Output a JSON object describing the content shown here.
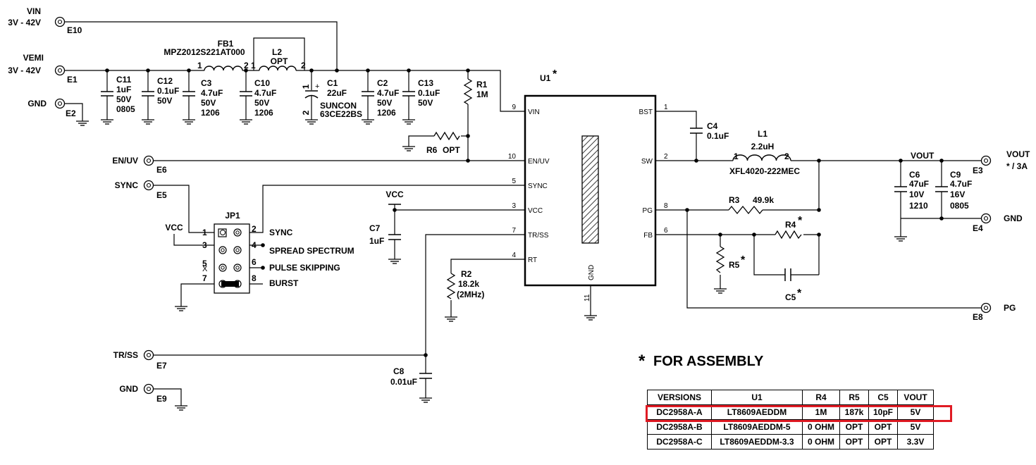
{
  "terminals": {
    "vin": {
      "name": "VIN",
      "range": "3V - 42V",
      "id": "E10"
    },
    "vemi": {
      "name": "VEMI",
      "range": "3V - 42V",
      "id": "E1"
    },
    "gnd_e2": {
      "name": "GND",
      "id": "E2"
    },
    "en_uv": {
      "name": "EN/UV",
      "id": "E6"
    },
    "sync": {
      "name": "SYNC",
      "id": "E5"
    },
    "tr_ss": {
      "name": "TR/SS",
      "id": "E7"
    },
    "gnd_e9": {
      "name": "GND",
      "id": "E9"
    },
    "vout": {
      "name": "VOUT",
      "rating": "* / 3A",
      "id": "E3"
    },
    "gnd_e4": {
      "name": "GND",
      "id": "E4"
    },
    "pg": {
      "name": "PG",
      "id": "E8"
    }
  },
  "components": {
    "fb1": {
      "ref": "FB1",
      "value": "MPZ2012S221AT000",
      "pin1": "1",
      "pin2": "2"
    },
    "l2": {
      "ref": "L2",
      "value": "OPT",
      "pin1": "1",
      "pin2": "2"
    },
    "c11": {
      "ref": "C11",
      "v1": "1uF",
      "v2": "50V",
      "v3": "0805"
    },
    "c12": {
      "ref": "C12",
      "v1": "0.1uF",
      "v2": "50V"
    },
    "c3": {
      "ref": "C3",
      "v1": "4.7uF",
      "v2": "50V",
      "v3": "1206"
    },
    "c10": {
      "ref": "C10",
      "v1": "4.7uF",
      "v2": "50V",
      "v3": "1206"
    },
    "c1": {
      "ref": "C1",
      "v1": "22uF",
      "v2": "SUNCON",
      "v3": "63CE22BS",
      "pin1": "1",
      "pin2": "2",
      "plus": "+"
    },
    "c2": {
      "ref": "C2",
      "v1": "4.7uF",
      "v2": "50V",
      "v3": "1206"
    },
    "c13": {
      "ref": "C13",
      "v1": "0.1uF",
      "v2": "50V"
    },
    "r1": {
      "ref": "R1",
      "value": "1M"
    },
    "r6": {
      "ref": "R6",
      "value": "OPT"
    },
    "c4": {
      "ref": "C4",
      "value": "0.1uF"
    },
    "l1": {
      "ref": "L1",
      "value": "2.2uH",
      "part": "XFL4020-222MEC",
      "pin1": "1",
      "pin2": "2"
    },
    "c6": {
      "ref": "C6",
      "v1": "47uF",
      "v2": "10V",
      "v3": "1210"
    },
    "c9": {
      "ref": "C9",
      "v1": "4.7uF",
      "v2": "16V",
      "v3": "0805"
    },
    "r3": {
      "ref": "R3",
      "value": "49.9k"
    },
    "r4": {
      "ref": "R4",
      "star": "*"
    },
    "r5": {
      "ref": "R5",
      "star": "*"
    },
    "c5": {
      "ref": "C5",
      "star": "*"
    },
    "c7": {
      "ref": "C7",
      "value": "1uF",
      "net": "VCC"
    },
    "r2": {
      "ref": "R2",
      "v1": "18.2k",
      "v2": "(2MHz)"
    },
    "c8": {
      "ref": "C8",
      "value": "0.01uF"
    },
    "jp1": {
      "ref": "JP1",
      "vcc": "VCC",
      "x_mark": "X",
      "left_pins": [
        "1",
        "3",
        "5",
        "7"
      ],
      "right_pins": [
        "2",
        "4",
        "6",
        "8"
      ],
      "labels": [
        "SYNC",
        "SPREAD SPECTRUM",
        "PULSE SKIPPING",
        "BURST"
      ]
    }
  },
  "u1": {
    "ref": "U1",
    "star": "*",
    "left_pins": [
      {
        "num": "9",
        "name": "VIN"
      },
      {
        "num": "10",
        "name": "EN/UV"
      },
      {
        "num": "5",
        "name": "SYNC"
      },
      {
        "num": "3",
        "name": "VCC"
      },
      {
        "num": "7",
        "name": "TR/SS"
      },
      {
        "num": "4",
        "name": "RT"
      }
    ],
    "right_pins": [
      {
        "num": "1",
        "name": "BST"
      },
      {
        "num": "2",
        "name": "SW"
      },
      {
        "num": "8",
        "name": "PG"
      },
      {
        "num": "6",
        "name": "FB"
      }
    ],
    "bottom_pin": {
      "num": "11",
      "name": "GND"
    }
  },
  "nets": {
    "vout": "VOUT"
  },
  "assembly": {
    "star": "*",
    "title": "FOR ASSEMBLY",
    "headers": [
      "VERSIONS",
      "U1",
      "R4",
      "R5",
      "C5",
      "VOUT"
    ],
    "rows": [
      [
        "DC2958A-A",
        "LT8609AEDDM",
        "1M",
        "187k",
        "10pF",
        "5V"
      ],
      [
        "DC2958A-B",
        "LT8609AEDDM-5",
        "0 OHM",
        "OPT",
        "OPT",
        "5V"
      ],
      [
        "DC2958A-C",
        "LT8609AEDDM-3.3",
        "0 OHM",
        "OPT",
        "OPT",
        "3.3V"
      ]
    ],
    "highlight_color": "#e01b24"
  }
}
